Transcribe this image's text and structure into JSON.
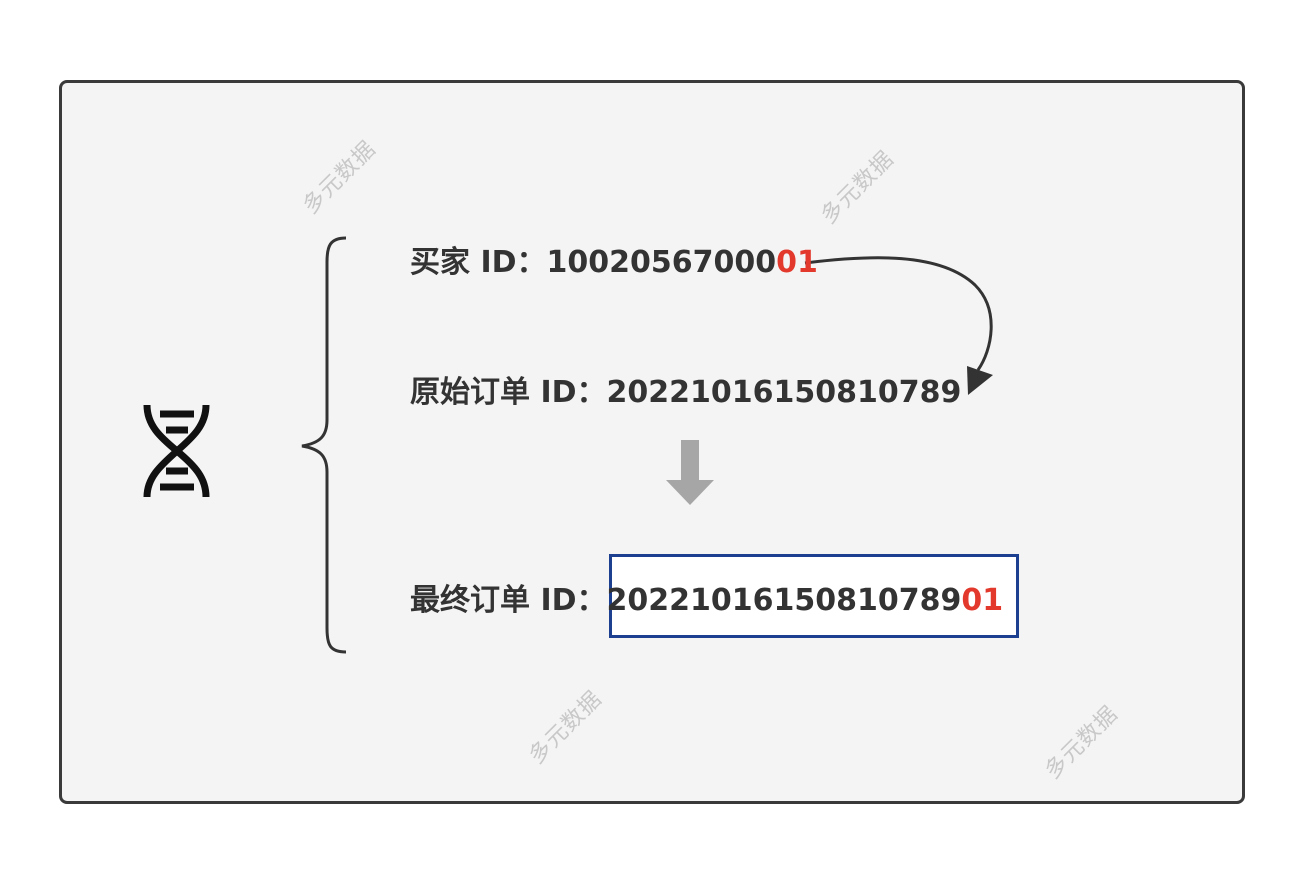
{
  "watermark": "多元数据",
  "buyer": {
    "label": "买家 ID：",
    "value": "10020567000",
    "suffix": "01"
  },
  "original": {
    "label": "原始订单 ID：",
    "value": "20221016150810789"
  },
  "final": {
    "label": "最终订单 ID：",
    "value": "20221016150810789",
    "suffix": "01"
  },
  "icons": {
    "left": "dna-icon",
    "down": "down-arrow-icon",
    "curve": "curved-arrow-icon"
  },
  "colors": {
    "highlight": "#e2392c",
    "box_border": "#1d3f8f",
    "panel_bg": "#f4f4f4"
  }
}
